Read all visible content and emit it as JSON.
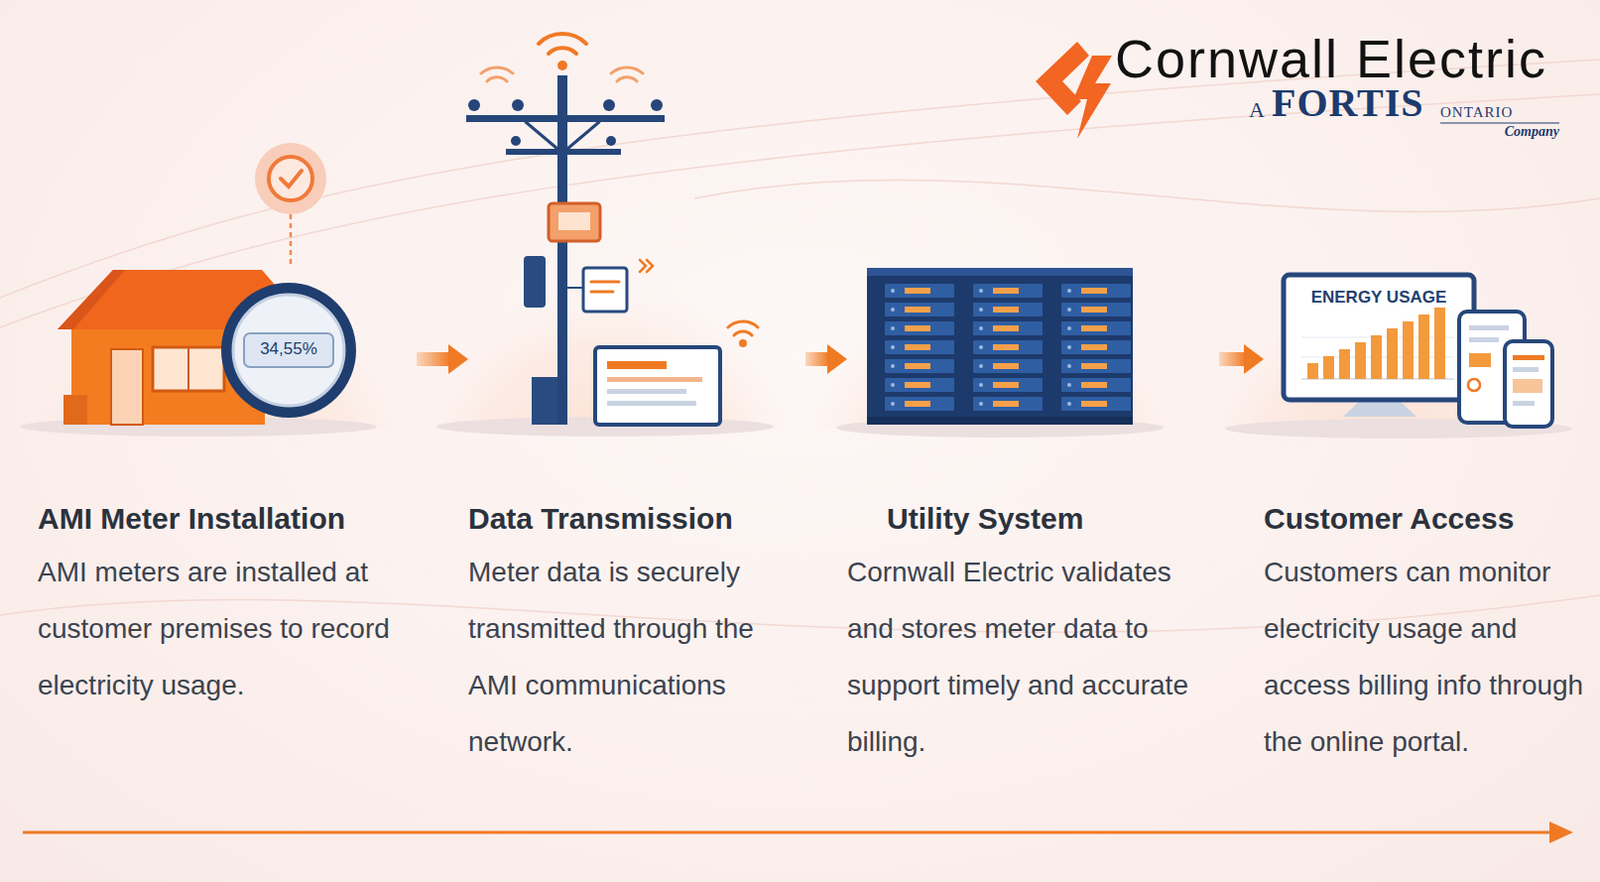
{
  "diagram": {
    "nodes": [
      {
        "text": [
          "AMI Meter Installation",
          "AMI meters are installed at customer premises to record electricity usage."
        ]
      },
      {
        "text": [
          "Data Transmission",
          "Meter data is securely transmitted through the AMI communications network."
        ]
      },
      {
        "text": [
          "Utility System",
          "Cornwall Electric validates and stores meter data to support timely and accurate billing."
        ]
      },
      {
        "text": [
          "Customer Access",
          "Customers can monitor electricity usage and access billing info through the online portal."
        ]
      }
    ],
    "edges": [
      {
        "from": 0,
        "to": 1,
        "arrow": "to"
      },
      {
        "from": 1,
        "to": 2,
        "arrow": "to"
      },
      {
        "from": 2,
        "to": 3,
        "arrow": "to"
      }
    ],
    "labels": [
      "Cornwall Electric",
      "A",
      "FORTIS",
      "ONTARIO",
      "Company",
      "34,55%",
      "ENERGY USAGE"
    ]
  }
}
